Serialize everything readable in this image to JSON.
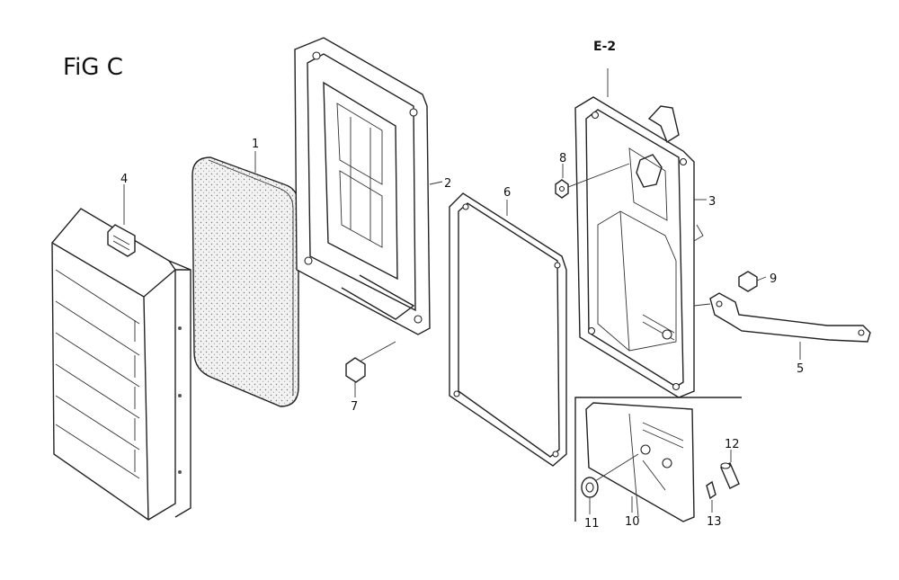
{
  "figure": {
    "title": "FiG C",
    "reference": "E-2"
  },
  "parts": [
    {
      "id": "1",
      "label": "1"
    },
    {
      "id": "2",
      "label": "2"
    },
    {
      "id": "3",
      "label": "3"
    },
    {
      "id": "4",
      "label": "4"
    },
    {
      "id": "5",
      "label": "5"
    },
    {
      "id": "6",
      "label": "6"
    },
    {
      "id": "7",
      "label": "7"
    },
    {
      "id": "8",
      "label": "8"
    },
    {
      "id": "9",
      "label": "9"
    },
    {
      "id": "10",
      "label": "10"
    },
    {
      "id": "11",
      "label": "11"
    },
    {
      "id": "12",
      "label": "12"
    },
    {
      "id": "13",
      "label": "13"
    }
  ]
}
